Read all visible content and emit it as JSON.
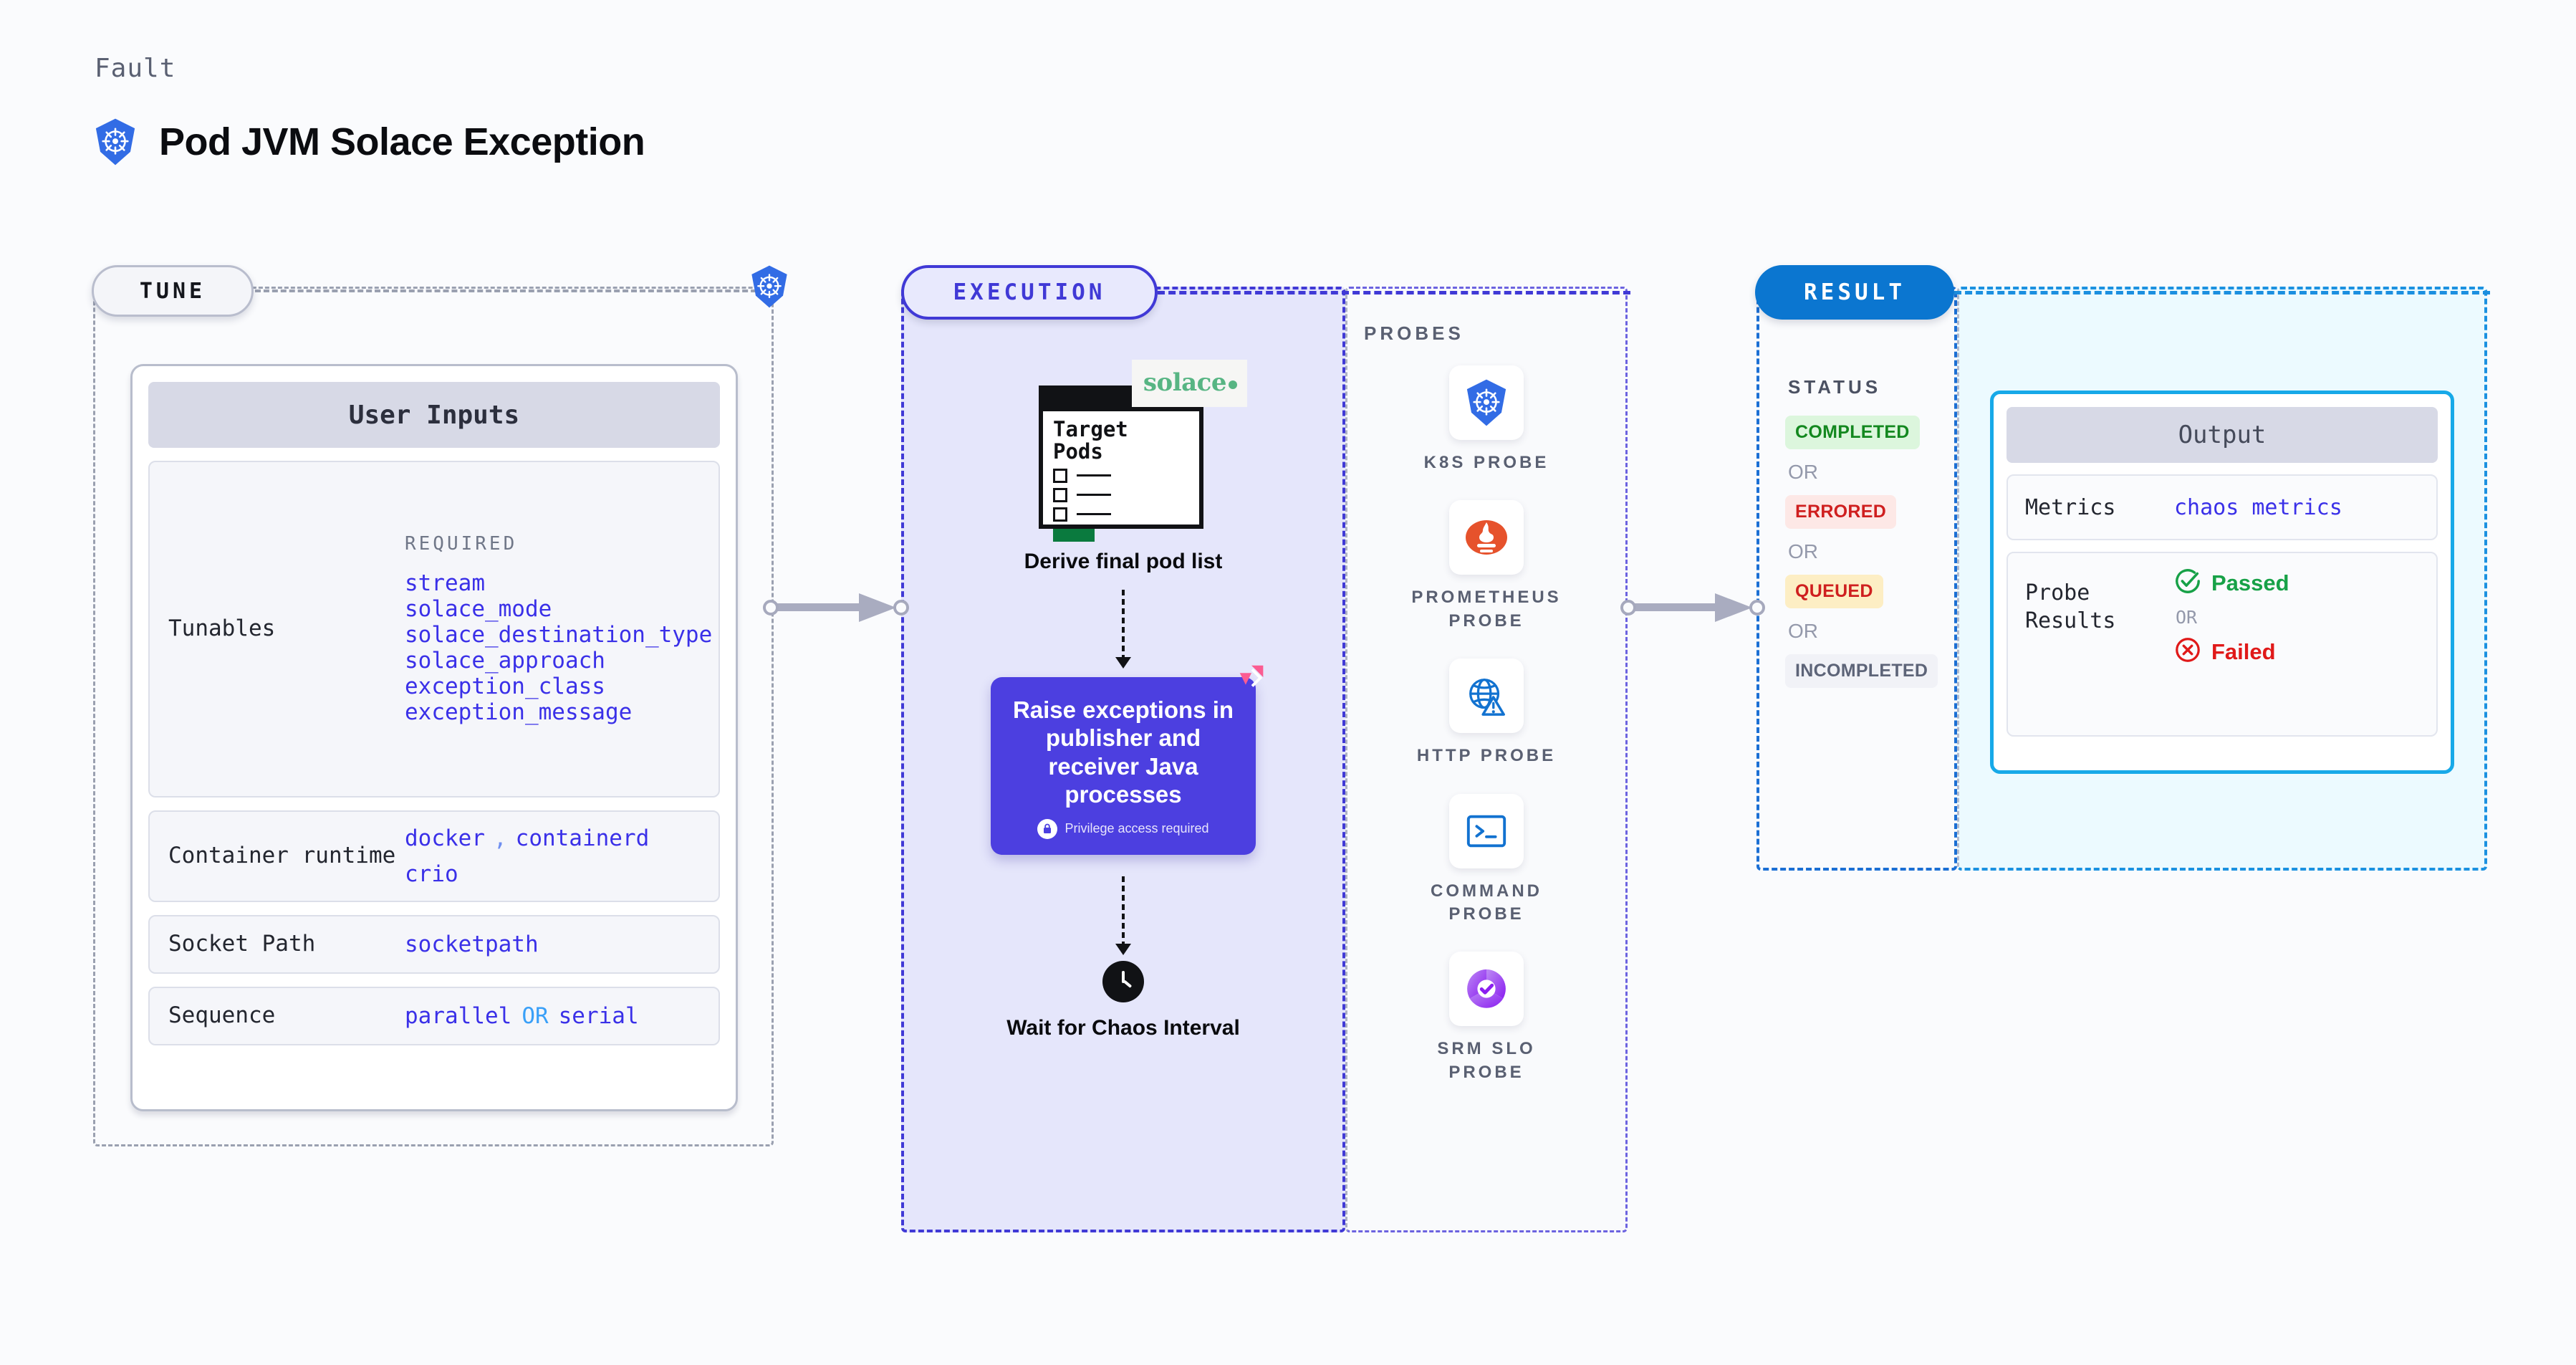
{
  "header": {
    "eyebrow": "Fault",
    "title": "Pod JVM Solace Exception",
    "logo_icon": "kubernetes-icon"
  },
  "stages": {
    "tune": {
      "chip_label": "TUNE"
    },
    "execution": {
      "chip_label": "EXECUTION"
    },
    "result": {
      "chip_label": "RESULT"
    }
  },
  "tune": {
    "card_title": "User Inputs",
    "rows": [
      {
        "key": "Tunables",
        "required_label": "REQUIRED",
        "values": [
          "stream",
          "solace_mode",
          "solace_destination_type",
          "solace_approach",
          "exception_class",
          "exception_message"
        ]
      },
      {
        "key": "Container runtime",
        "values": [
          "docker",
          "containerd",
          "crio"
        ],
        "separator": ","
      },
      {
        "key": "Socket Path",
        "values": [
          "socketpath"
        ]
      },
      {
        "key": "Sequence",
        "values": [
          "parallel",
          "serial"
        ],
        "joiner": "OR"
      }
    ]
  },
  "execution": {
    "target_pods": {
      "title": "Target\nPods",
      "title_line1": "Target",
      "title_line2": "Pods",
      "items": 3,
      "brand_badge": "solace",
      "brand_icon": "solace-logo"
    },
    "step1_caption": "Derive final pod list",
    "action_box": {
      "text": "Raise exceptions in publisher and receiver Java processes",
      "privilege_note": "Privilege access required",
      "lock_icon": "lock-icon",
      "corner_icon": "litmus-chaos-icon",
      "color": "#4c3fe0"
    },
    "step2_caption": "Wait for Chaos Interval",
    "step2_icon": "clock-icon"
  },
  "probes": {
    "title": "PROBES",
    "items": [
      {
        "label": "K8S PROBE",
        "icon": "kubernetes-icon"
      },
      {
        "label": "PROMETHEUS PROBE",
        "icon": "prometheus-icon"
      },
      {
        "label": "HTTP PROBE",
        "icon": "globe-warning-icon"
      },
      {
        "label": "COMMAND PROBE",
        "icon": "terminal-icon"
      },
      {
        "label": "SRM SLO PROBE",
        "icon": "srm-slo-icon"
      }
    ]
  },
  "result": {
    "status_title": "STATUS",
    "or_label": "OR",
    "badges": [
      {
        "label": "COMPLETED",
        "bg": "#dcf6dd",
        "fg": "#13881f"
      },
      {
        "label": "ERRORED",
        "bg": "#fde8e6",
        "fg": "#cf1f1f"
      },
      {
        "label": "QUEUED",
        "bg": "#fdeec4",
        "fg": "#cf1f1f"
      },
      {
        "label": "INCOMPLETED",
        "bg": "#f1f2f7",
        "fg": "#5d6478"
      }
    ]
  },
  "output": {
    "card_title": "Output",
    "metrics_key": "Metrics",
    "metrics_value": "chaos metrics",
    "probe_results_key": "Probe Results",
    "probe_results_key_line1": "Probe",
    "probe_results_key_line2": "Results",
    "passed_label": "Passed",
    "failed_label": "Failed",
    "or_label": "OR",
    "passed_icon": "check-circle-icon",
    "failed_icon": "x-circle-icon"
  },
  "colors": {
    "background": "#fafbfd",
    "execution_panel": "#e5e6fb",
    "execution_border": "#4039d6",
    "result_border": "#1b6fd4",
    "output_panel": "#ecfaff",
    "output_border": "#17a9e8",
    "accent_purple": "#3a30e8",
    "kubernetes_blue": "#326ce5"
  }
}
